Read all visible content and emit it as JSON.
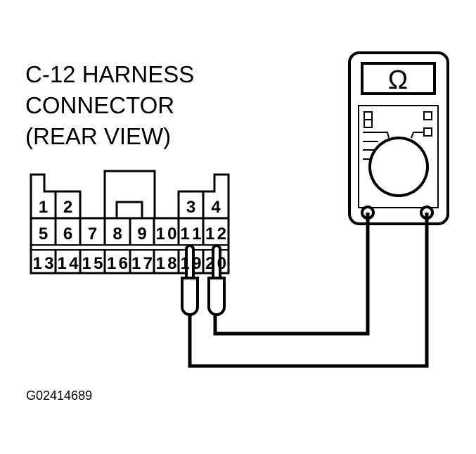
{
  "title_lines": [
    "C-12 HARNESS",
    "CONNECTOR",
    "(REAR VIEW)"
  ],
  "figure_code": "G02414689",
  "meter": {
    "display_symbol": "Ω"
  },
  "connector": {
    "row1": [
      {
        "col": 0,
        "label": "1"
      },
      {
        "col": 1,
        "label": "2"
      },
      {
        "col": 6,
        "label": "3"
      },
      {
        "col": 7,
        "label": "4"
      }
    ],
    "row2": [
      "5",
      "6",
      "7",
      "8",
      "9",
      "10",
      "11",
      "12"
    ],
    "row3": [
      "13",
      "14",
      "15",
      "16",
      "17",
      "18",
      "19",
      "20"
    ]
  },
  "probes_on_terminals": [
    "19",
    "20"
  ]
}
